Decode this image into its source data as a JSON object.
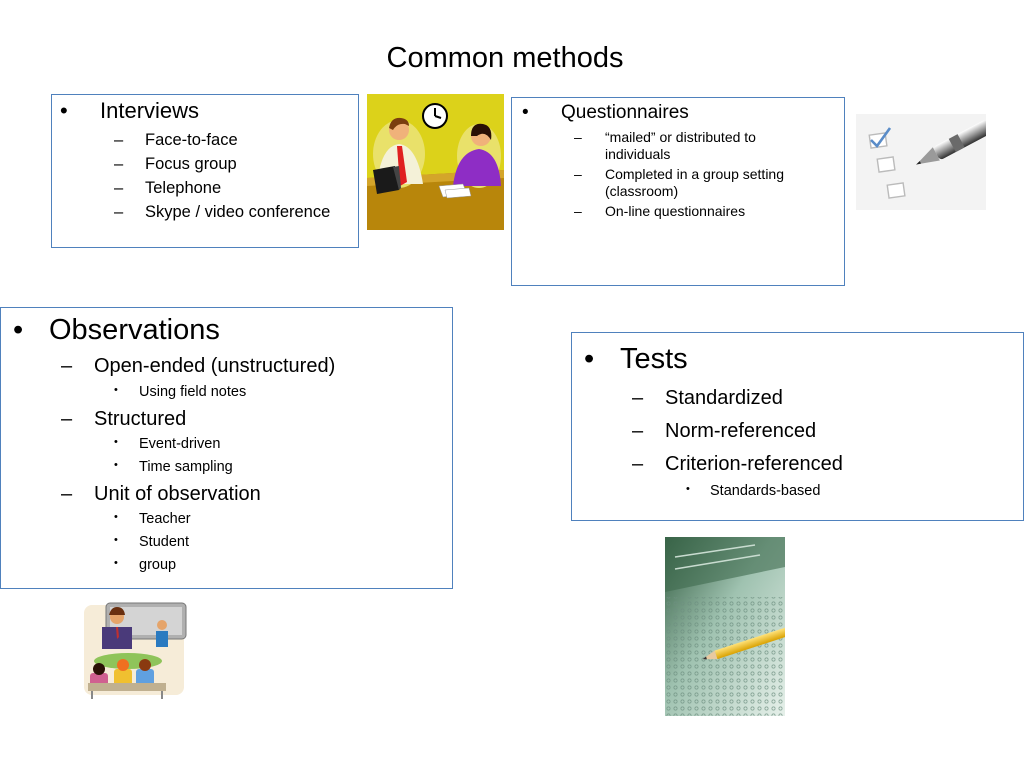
{
  "slide_title": "Common methods",
  "interviews": {
    "heading": "Interviews",
    "items": [
      "Face-to-face",
      "Focus group",
      "Telephone",
      "Skype / video conference"
    ]
  },
  "questionnaires": {
    "heading": "Questionnaires",
    "items": [
      [
        "“mailed” or distributed to",
        "individuals"
      ],
      [
        "Completed in a group setting",
        "(classroom)"
      ],
      [
        "On-line questionnaires"
      ]
    ]
  },
  "observations": {
    "heading": "Observations",
    "groups": [
      {
        "label": "Open-ended (unstructured)",
        "subitems": [
          "Using field notes"
        ]
      },
      {
        "label": "Structured",
        "subitems": [
          "Event-driven",
          "Time sampling"
        ]
      },
      {
        "label": "Unit of observation",
        "subitems": [
          "Teacher",
          "Student",
          "group"
        ]
      }
    ]
  },
  "tests": {
    "heading": "Tests",
    "items": [
      "Standardized",
      "Norm-referenced",
      "Criterion-referenced"
    ],
    "subitems": [
      "Standards-based"
    ]
  },
  "glyphs": {
    "bullet": "•",
    "dash": "–"
  },
  "colors": {
    "box_border": "#4f81bd",
    "clipart_bg": "#dcd21a",
    "clipart_table": "#b8860b"
  }
}
